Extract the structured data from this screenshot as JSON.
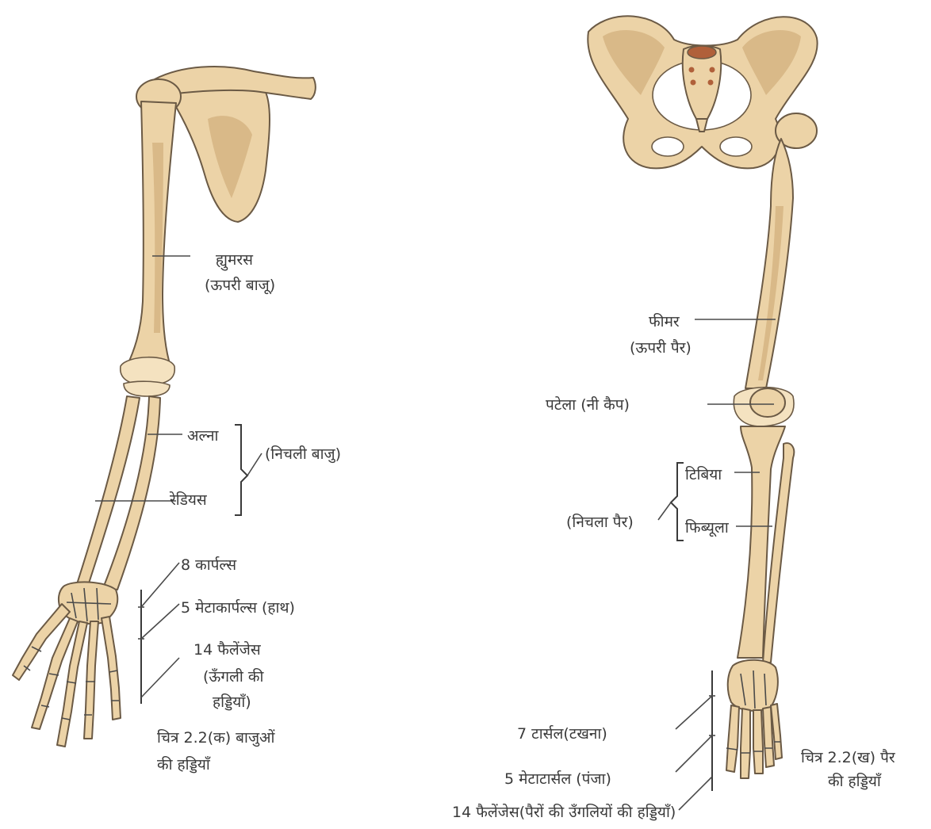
{
  "arm": {
    "humerus": "ह्युमरस",
    "humerus_note": "(ऊपरी बाजू)",
    "ulna": "अल्ना",
    "radius": "रेडियस",
    "lower_arm": "(निचली बाजु)",
    "carpals": "8 कार्पल्स",
    "metacarpals": "5 मेटाकार्पल्स (हाथ)",
    "phalanges": "14 फैलेंजेस",
    "phalanges_note_1": "(ऊँगली की",
    "phalanges_note_2": "हड्डियाँ)",
    "caption_1": "चित्र 2.2(क) बाजुओं",
    "caption_2": "की हड्डियाँ"
  },
  "leg": {
    "femur": "फीमर",
    "femur_note": "(ऊपरी पैर)",
    "patella": "पटेला (नी कैप)",
    "tibia": "टिबिया",
    "fibula": "फिब्यूला",
    "lower_leg": "(निचला पैर)",
    "tarsals": "7 टार्सल(टखना)",
    "metatarsals": "5 मेटाटार्सल (पंजा)",
    "phalanges": "14 फैलेंजेस(पैरों की उँगलियों की हड्डियाँ)",
    "caption_1": "चित्र 2.2(ख) पैर",
    "caption_2": "की हड्डियाँ"
  },
  "colors": {
    "bone_fill": "#ecd3a7",
    "bone_shadow": "#d9b988",
    "bone_stroke": "#6b5a45",
    "sacrum_accent": "#b0603a",
    "leader_line": "#4a4a4a"
  }
}
